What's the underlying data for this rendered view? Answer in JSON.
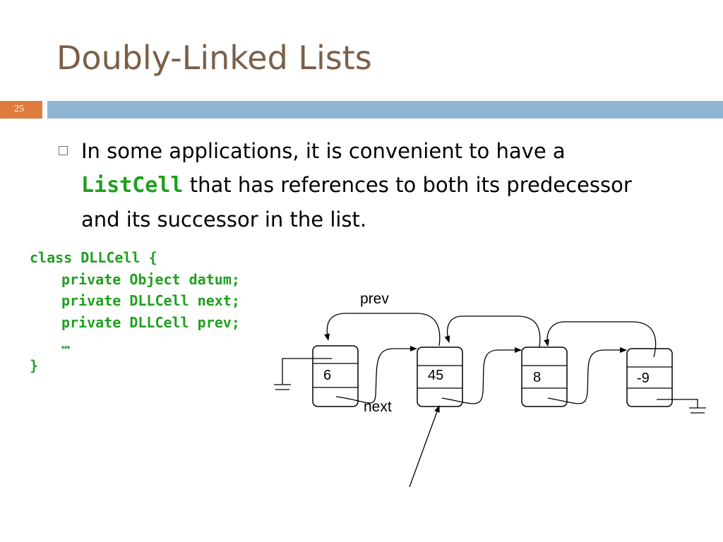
{
  "slide": {
    "title": "Doubly-Linked Lists",
    "number": "25"
  },
  "colors": {
    "title": "#7b5f48",
    "slide_number_box": "#e07c3e",
    "header_bar": "#90b4d4",
    "code": "#1ea01e"
  },
  "bullet": {
    "part1": "In some applications, it is convenient to have a ",
    "code": "ListCell",
    "part2": " that has references to both its predecessor and its successor in the list."
  },
  "code_lines": [
    "class DLLCell {",
    "private Object datum;",
    "private DLLCell next;",
    "private DLLCell prev;",
    "…",
    "}"
  ],
  "diagram": {
    "cells": [
      "6",
      "45",
      "8",
      "-9"
    ],
    "prev_label": "prev",
    "next_label": "next"
  }
}
